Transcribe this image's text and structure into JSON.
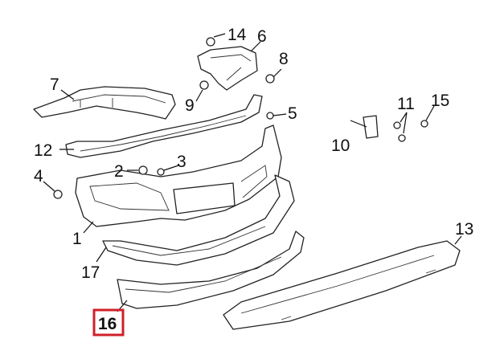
{
  "diagram": {
    "highlight_color": "#d0202a",
    "highlighted_callout": "16",
    "callouts": [
      {
        "id": "14",
        "text": "14"
      },
      {
        "id": "6",
        "text": "6"
      },
      {
        "id": "8",
        "text": "8"
      },
      {
        "id": "7",
        "text": "7"
      },
      {
        "id": "9",
        "text": "9"
      },
      {
        "id": "5",
        "text": "5"
      },
      {
        "id": "11",
        "text": "11"
      },
      {
        "id": "15",
        "text": "15"
      },
      {
        "id": "12",
        "text": "12"
      },
      {
        "id": "2",
        "text": "2"
      },
      {
        "id": "3",
        "text": "3"
      },
      {
        "id": "10",
        "text": "10"
      },
      {
        "id": "4",
        "text": "4"
      },
      {
        "id": "1",
        "text": "1"
      },
      {
        "id": "17",
        "text": "17"
      },
      {
        "id": "13",
        "text": "13"
      },
      {
        "id": "16",
        "text": "16"
      }
    ]
  }
}
